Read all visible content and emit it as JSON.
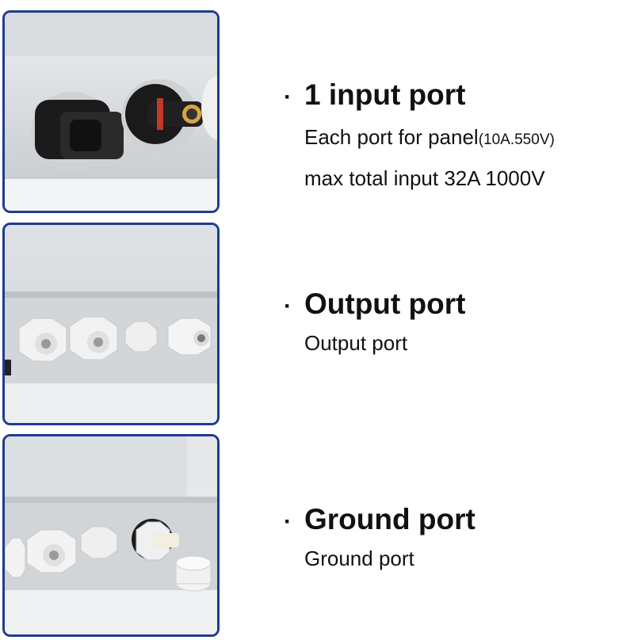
{
  "features": [
    {
      "title": "1 input port",
      "line1_main": "Each port for panel",
      "line1_small": "(10A.550V)",
      "line2": "max total input 32A 1000V"
    },
    {
      "title": "Output port",
      "line1": "Output port"
    },
    {
      "title": "Ground port",
      "line1": "Ground port"
    }
  ],
  "bullet": "·",
  "colors": {
    "card_border": "#1f3c8f",
    "enclosure": "#d8dbde",
    "text": "#111111"
  }
}
